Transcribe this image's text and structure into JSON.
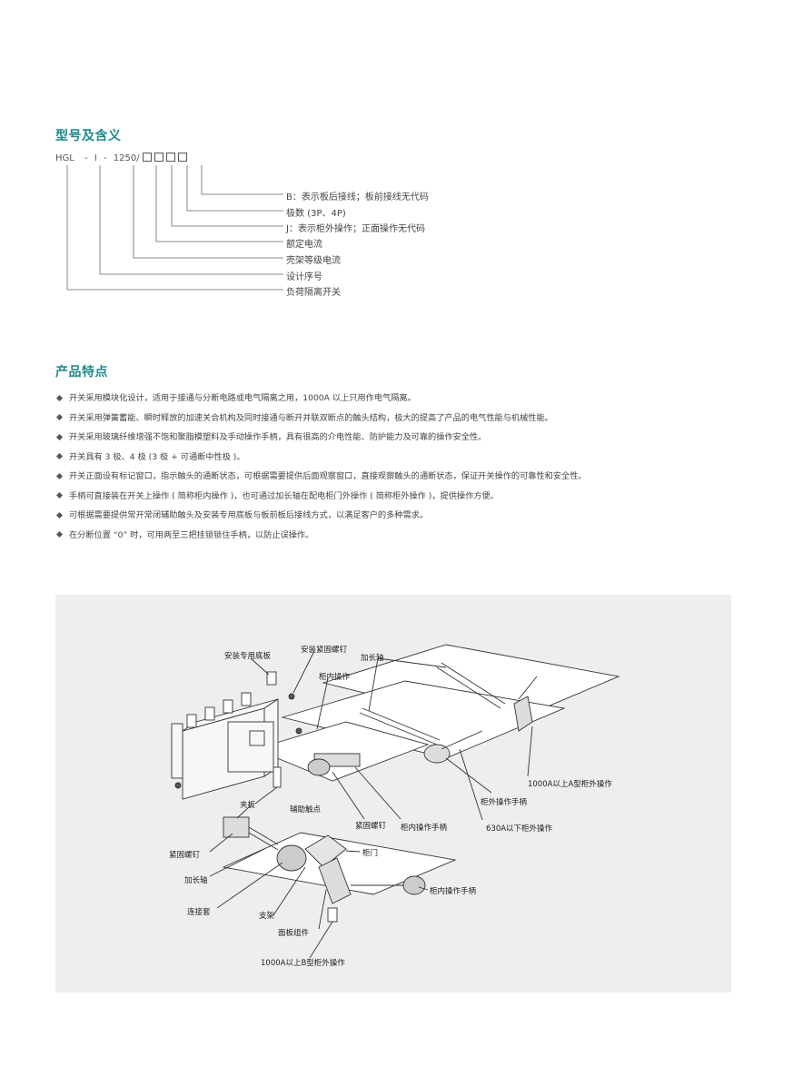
{
  "sections": {
    "model_title": "型号及含义",
    "features_title": "产品特点"
  },
  "model": {
    "prefix": "HGL",
    "dash1": "-",
    "part1": "I",
    "dash2": "-",
    "rating": "1250",
    "slash": "/",
    "legend": [
      "B：表示板后接线；板前接线无代码",
      "极数 (3P、4P)",
      "J：表示柜外操作；正面操作无代码",
      "额定电流",
      "壳架等级电流",
      "设计序号",
      "负荷隔离开关"
    ]
  },
  "features": [
    "开关采用模块化设计，适用于接通与分断电路或电气隔离之用，1000A 以上只用作电气隔离。",
    "开关采用弹簧蓄能、瞬时释放的加速关合机构及同时接通与断开并联双断点的触头结构，极大的提高了产品的电气性能与机械性能。",
    "开关采用玻璃纤维增强不饱和聚脂模塑料及手动操作手柄，具有很高的介电性能、防护能力及可靠的操作安全性。",
    "开关具有 3 极、4 极 (3 极 + 可通断中性极 )。",
    "开关正面设有标记窗口，指示触头的通断状态，可根据需要提供后面观察窗口，直接观察触头的通断状态，保证开关操作的可靠性和安全性。",
    "手柄可直接装在开关上操作 ( 简称柜内操作 )，也可通过加长轴在配电柜门外操作 ( 简称柜外操作 )，提供操作方便。",
    "可根据需要提供常开常闭辅助触头及安装专用底板与板前板后接线方式，以满足客户的多种需求。",
    "在分断位置 “0” 时，可用两至三把挂锁锁住手柄，以防止误操作。"
  ],
  "diagram_labels": {
    "base_plate": "安装专用底板",
    "fix_screw": "安装紧固螺钉",
    "ext_shaft_top": "加长轴",
    "inner_op": "柜内操作",
    "type_a": "1000A以上A型柜外操作",
    "outer_handle": "柜外操作手柄",
    "type_630": "630A以下柜外操作",
    "inner_handle_top": "柜内操作手柄",
    "tight_screw_mid": "紧固螺钉",
    "aux_contact": "辅助触点",
    "clamp_plate": "夹板",
    "tight_screw_left": "紧固螺钉",
    "ext_shaft_left": "加长轴",
    "coupling": "连接套",
    "bracket": "支架",
    "panel_assembly": "面板组件",
    "cabinet_door": "柜门",
    "inner_handle_bottom": "柜内操作手柄",
    "type_b": "1000A以上B型柜外操作"
  }
}
